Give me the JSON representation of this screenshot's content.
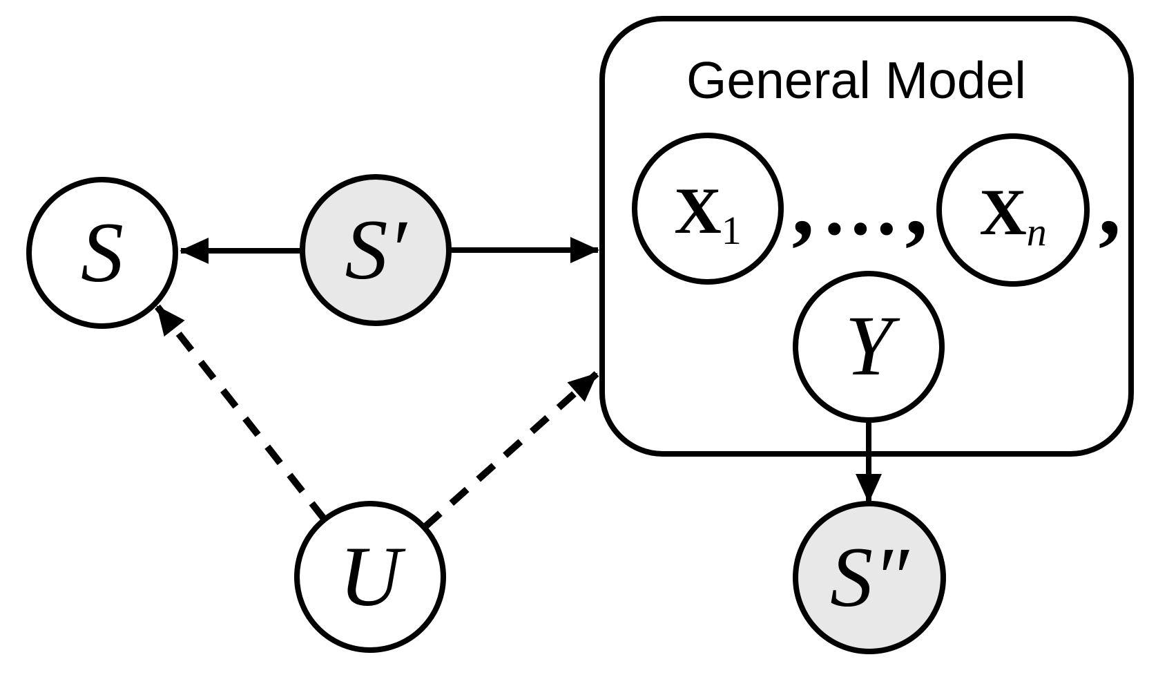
{
  "diagram": {
    "title": "General Model",
    "colors": {
      "line": "#000000",
      "text": "#000000",
      "node_fill": "#ffffff",
      "shaded_fill": "#e8e8e8",
      "background": "#ffffff"
    },
    "nodes": {
      "s": {
        "label": "S",
        "shaded": false
      },
      "s_prime": {
        "label": "S′",
        "shaded": true
      },
      "x1": {
        "base": "X",
        "sub": "1",
        "shaded": false
      },
      "xn": {
        "base": "X",
        "sub": "n",
        "shaded": false
      },
      "y": {
        "label": "Y",
        "shaded": false
      },
      "u": {
        "label": "U",
        "shaded": false
      },
      "s_double_prime": {
        "label": "S″",
        "shaded": true
      }
    },
    "separators": {
      "comma_after_x1": ",",
      "ellipsis": "…",
      "comma_before_xn": ",",
      "comma_after_xn": ","
    },
    "edges": [
      {
        "id": "edge-sprime-to-s",
        "from": "S′",
        "to": "S",
        "style": "solid-arrow"
      },
      {
        "id": "edge-sprime-to-model",
        "from": "S′",
        "to": "General Model",
        "style": "solid-arrow"
      },
      {
        "id": "edge-y-to-sdoubleprime",
        "from": "Y",
        "to": "S″",
        "style": "solid-arrow"
      },
      {
        "id": "edge-u-to-s",
        "from": "U",
        "to": "S",
        "style": "dashed-arrow"
      },
      {
        "id": "edge-u-to-model",
        "from": "U",
        "to": "General Model",
        "style": "dashed-arrow"
      }
    ]
  }
}
